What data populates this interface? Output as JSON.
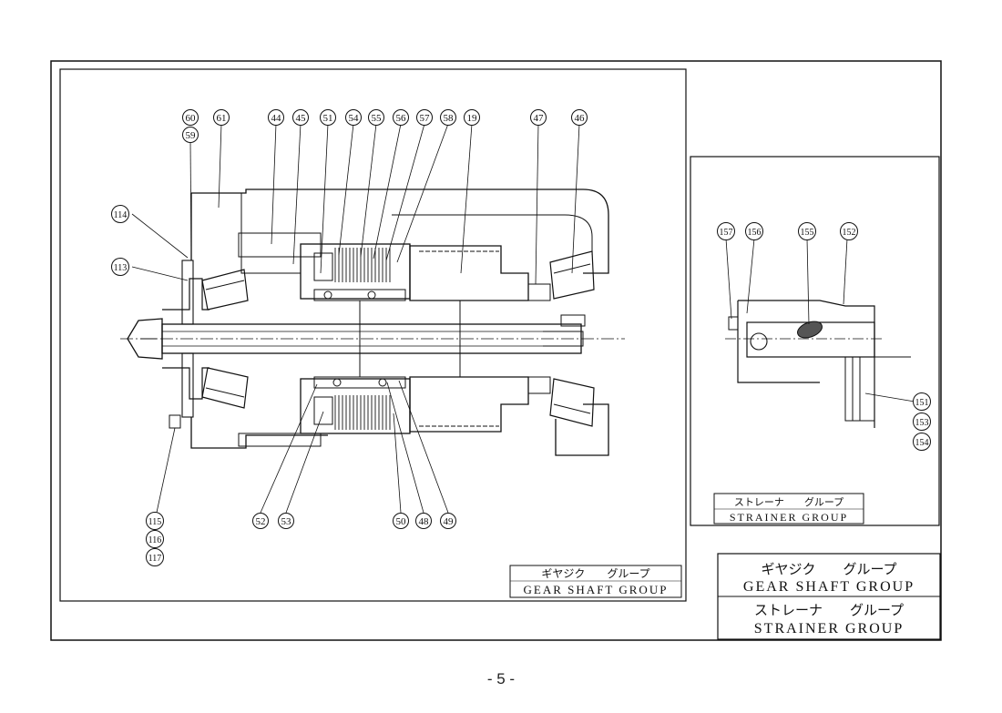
{
  "page_number": "- 5 -",
  "gear_group": {
    "caption_jp": "ギヤジク　　グループ",
    "caption_en": "GEAR SHAFT GROUP",
    "callouts": [
      "60",
      "59",
      "61",
      "44",
      "45",
      "51",
      "54",
      "55",
      "56",
      "57",
      "58",
      "19",
      "47",
      "46",
      "114",
      "113",
      "115",
      "116",
      "117",
      "52",
      "53",
      "50",
      "48",
      "49"
    ]
  },
  "strainer_group": {
    "caption_jp": "ストレーナ　　グループ",
    "caption_en": "STRAINER GROUP",
    "callouts": [
      "157",
      "156",
      "155",
      "152",
      "151",
      "153",
      "154"
    ]
  },
  "legend": {
    "gear_jp": "ギヤジク　　グループ",
    "gear_en": "GEAR SHAFT GROUP",
    "strainer_jp": "ストレーナ　　グループ",
    "strainer_en": "STRAINER GROUP"
  }
}
